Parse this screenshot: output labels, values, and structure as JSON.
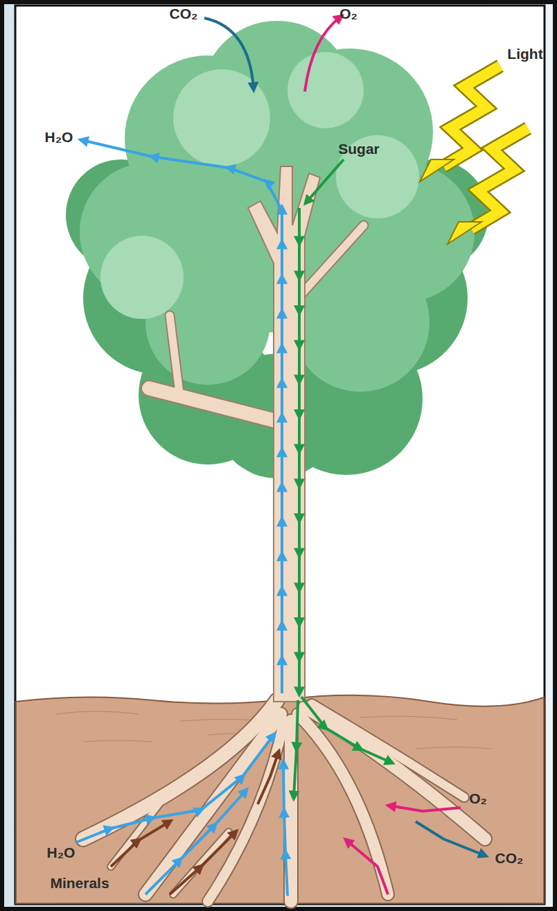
{
  "diagram": {
    "labels": [
      "CO₂",
      "O₂",
      "Light",
      "H₂O",
      "Sugar",
      "O₂",
      "H₂O",
      "CO₂",
      "Minerals"
    ]
  }
}
